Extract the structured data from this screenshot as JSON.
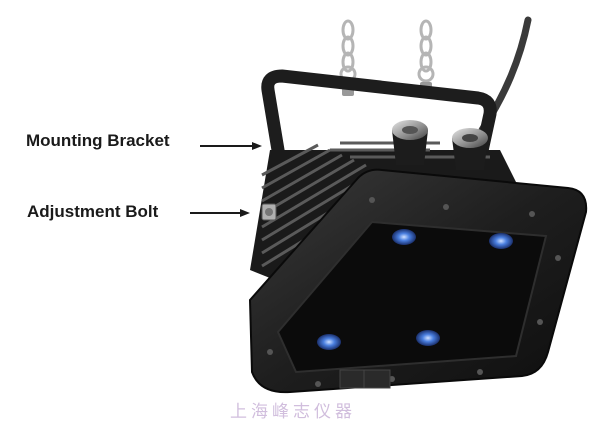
{
  "callouts": {
    "mounting_bracket": "Mounting Bracket",
    "adjustment_bolt": "Adjustment Bolt"
  },
  "watermark": "上海峰志仪器",
  "colors": {
    "body": "#1c1c1c",
    "lens_glow": "#3b6fd6",
    "chain": "#b9b9b9",
    "label": "#1a1a1a"
  }
}
